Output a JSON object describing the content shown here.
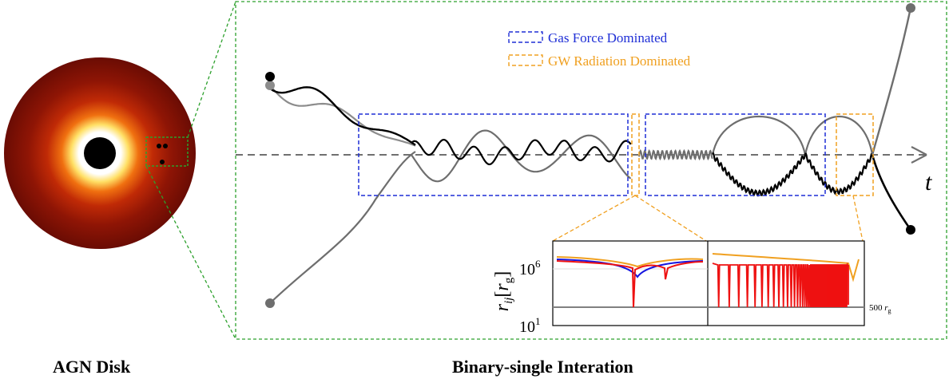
{
  "captions": {
    "left": "AGN Disk",
    "right": "Binary-single Interation"
  },
  "legend": {
    "gas": "Gas Force Dominated",
    "gw": "GW Radiation Dominated"
  },
  "axis": {
    "time_label": "t"
  },
  "inset": {
    "ylabel": "r_ij[r_g]",
    "ytick_top": "10^6",
    "ytick_bottom": "10^1",
    "threshold_label": "500 r_g"
  },
  "colors": {
    "frame": "#2ca02c",
    "gas_box": "#1f2fd6",
    "gw_box": "#f0a020",
    "trajectory_black": "#000000",
    "trajectory_gray": "#6e6e6e",
    "trajectory_lightgray": "#8c8c8c",
    "disk_outer": "#7a0f05",
    "disk_hot": "#ffffff",
    "curve_red": "#ee1111",
    "curve_blue": "#1515e0",
    "curve_orange": "#f0a020"
  }
}
